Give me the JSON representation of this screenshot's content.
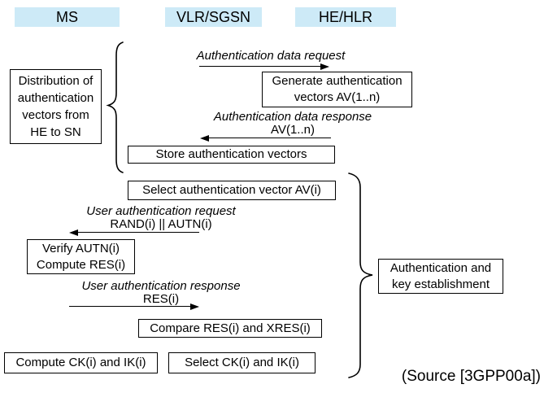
{
  "colors": {
    "header_bg": "#cdeaf7",
    "line": "#000000",
    "box_bg": "#ffffff"
  },
  "headers": {
    "ms": "MS",
    "vlr_sgsn": "VLR/SGSN",
    "he_hlr": "HE/HLR"
  },
  "messages": {
    "auth_data_request": {
      "label": "Authentication data request",
      "direction": "right"
    },
    "auth_data_response": {
      "label": "Authentication data response",
      "param": "AV(1..n)",
      "direction": "left"
    },
    "user_auth_request": {
      "label": "User authentication request",
      "param": "RAND(i) || AUTN(i)",
      "direction": "left"
    },
    "user_auth_response": {
      "label": "User authentication response",
      "param": "RES(i)",
      "direction": "right"
    }
  },
  "boxes": {
    "distribution": {
      "line1": "Distribution of",
      "line2": "authentication",
      "line3": "vectors from",
      "line4": "HE to SN"
    },
    "generate": {
      "line1": "Generate authentication",
      "line2": "vectors AV(1..n)"
    },
    "store": {
      "label": "Store authentication vectors"
    },
    "select_av": {
      "label": "Select authentication vector AV(i)"
    },
    "verify": {
      "line1": "Verify AUTN(i)",
      "line2": "Compute RES(i)"
    },
    "compare": {
      "label": "Compare RES(i) and XRES(i)"
    },
    "compute_ck": {
      "label": "Compute CK(i) and IK(i)"
    },
    "select_ck": {
      "label": "Select CK(i) and IK(i)"
    },
    "auth_key_establishment": {
      "line1": "Authentication and",
      "line2": "key establishment"
    }
  },
  "source_note": "(Source [3GPP00a])"
}
